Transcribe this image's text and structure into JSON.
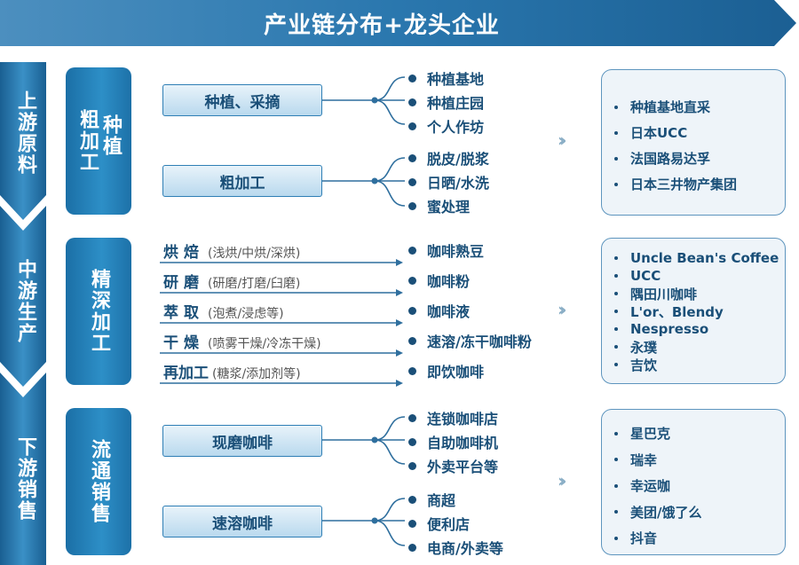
{
  "title": "产业链分布+龙头企业",
  "stages": [
    {
      "label": "上游原料",
      "categories": [
        {
          "label": "粗加工",
          "sublabel": "种植",
          "steps": [
            {
              "label": "种植、采摘",
              "items": [
                "种植基地",
                "种植庄园",
                "个人作坊"
              ]
            },
            {
              "label": "粗加工",
              "items": [
                "脱皮/脱浆",
                "日晒/水洗",
                "蜜处理"
              ]
            }
          ]
        }
      ],
      "companies": [
        "种植基地直采",
        "日本UCC",
        "法国路易达孚",
        "日本三井物产集团"
      ]
    },
    {
      "label": "中游生产",
      "categories": [
        {
          "label": "精深加工",
          "processes": [
            {
              "name": "烘焙",
              "detail": "(浅烘/中烘/深烘)",
              "product": "咖啡熟豆"
            },
            {
              "name": "研磨",
              "detail": "(研磨/打磨/臼磨)",
              "product": "咖啡粉"
            },
            {
              "name": "萃取",
              "detail": "(泡煮/浸虑等)",
              "product": "咖啡液"
            },
            {
              "name": "干燥",
              "detail": "(喷雾干燥/冷冻干燥)",
              "product": "速溶/冻干咖啡粉"
            },
            {
              "name": "再加工",
              "detail": "(糖浆/添加剂等)",
              "product": "即饮咖啡"
            }
          ]
        }
      ],
      "companies": [
        "Uncle Bean's Coffee",
        "UCC",
        "隅田川咖啡",
        "L'or、Blendy",
        "Nespresso",
        "永璞",
        "吉饮"
      ]
    },
    {
      "label": "下游销售",
      "categories": [
        {
          "label": "流通销售",
          "steps": [
            {
              "label": "现磨咖啡",
              "items": [
                "连锁咖啡店",
                "自助咖啡机",
                "外卖平台等"
              ]
            },
            {
              "label": "速溶咖啡",
              "items": [
                "商超",
                "便利店",
                "电商/外卖等"
              ]
            }
          ]
        }
      ],
      "companies": [
        "星巴克",
        "瑞幸",
        "幸运咖",
        "美团/饿了么",
        "抖音"
      ]
    }
  ],
  "colors": {
    "primary": "#1b6fa6",
    "dark_text": "#1a4f78",
    "light_box": "#eef4f9"
  },
  "arrow_glyph": "››"
}
